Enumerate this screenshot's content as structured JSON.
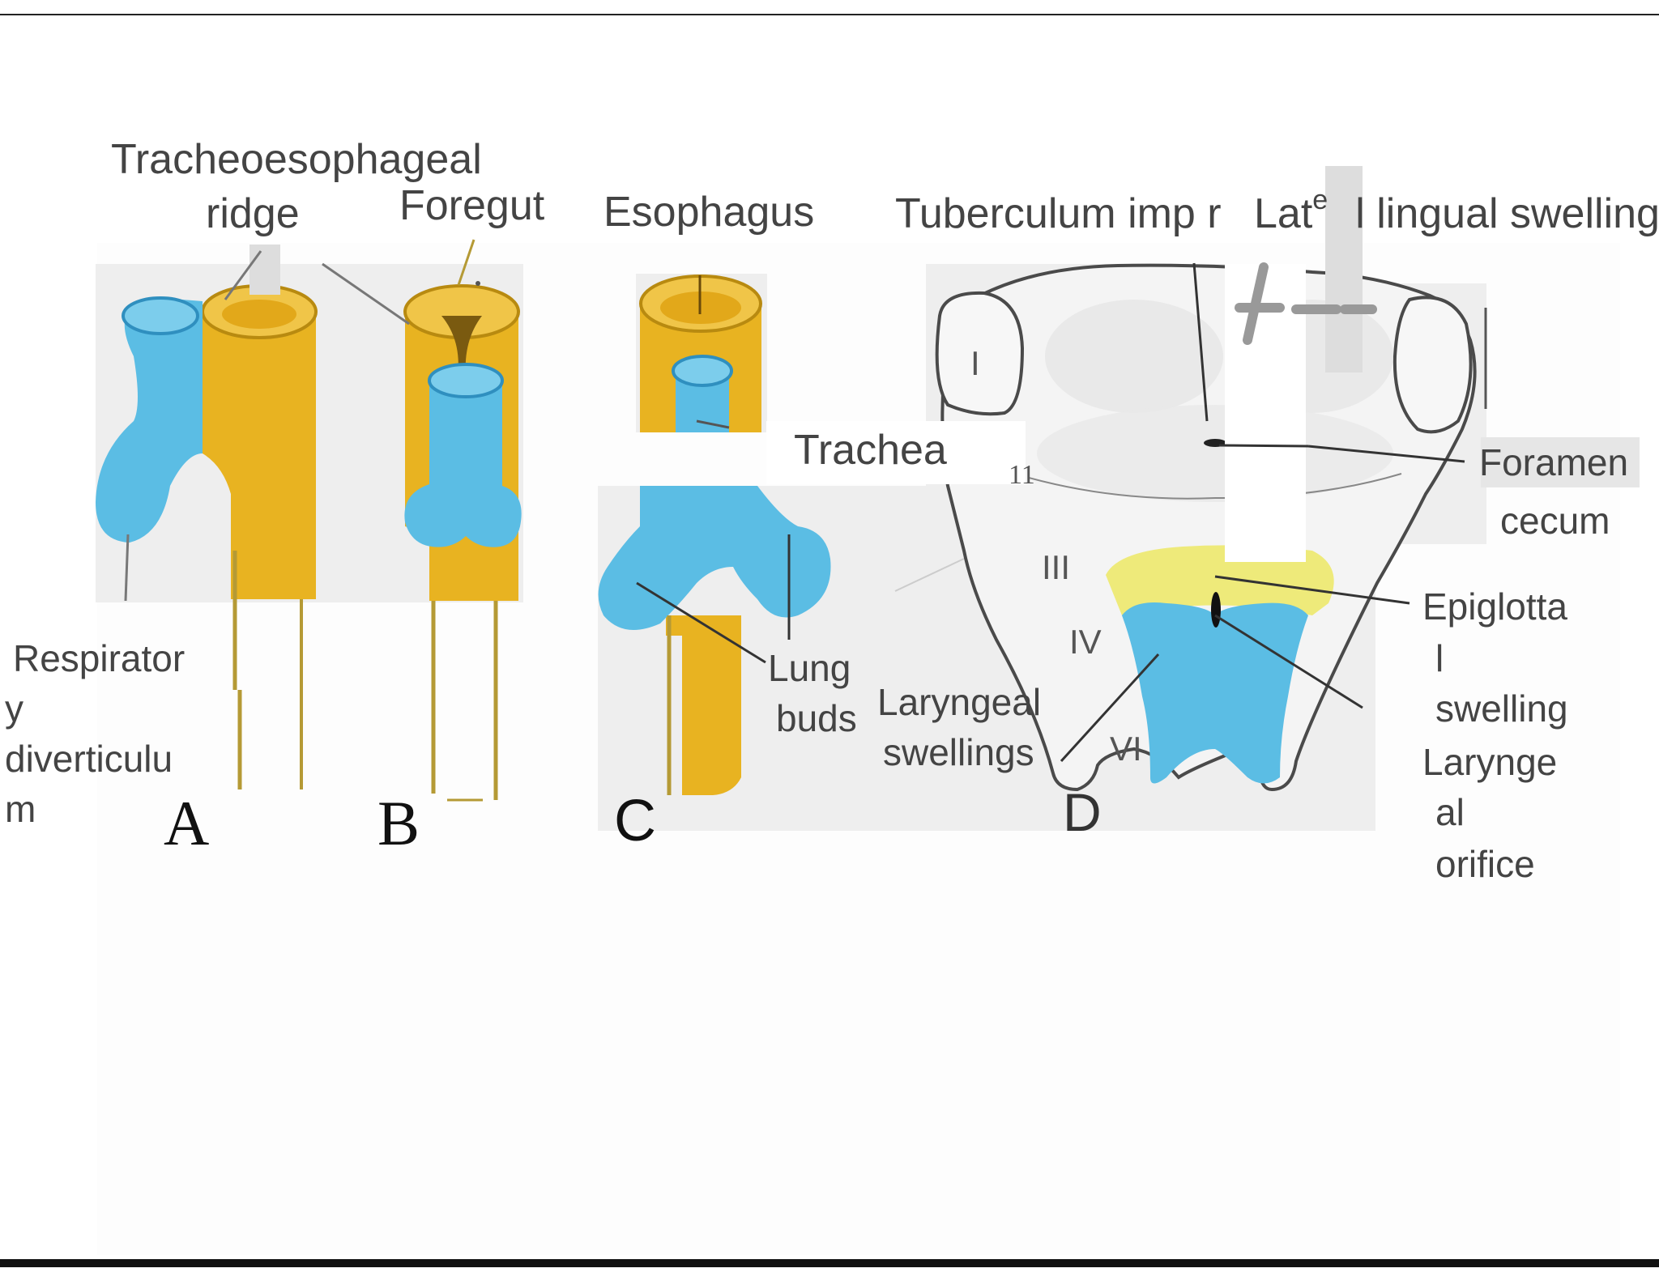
{
  "labels": {
    "tracheoesophageal_ridge_1": "Tracheoesophageal",
    "tracheoesophageal_ridge_2": "ridge",
    "foregut": "Foregut",
    "esophagus": "Esophagus",
    "tuberculum": "Tuberculum imp   r",
    "lateral_lingual_a": "Lat",
    "lateral_lingual_sup": "e",
    "lateral_lingual_b": "l lingual swelling",
    "trachea": "Trachea",
    "page_number": "11",
    "foramen": "Foramen",
    "cecum": "cecum",
    "epiglottal_1": "Epiglotta",
    "epiglottal_2": "l",
    "epiglottal_3": "swelling",
    "laryngeal_orifice_1": "Larynge",
    "laryngeal_orifice_2": "al",
    "laryngeal_orifice_3": "orifice",
    "respiratory_1": "Respirator",
    "respiratory_2": "y",
    "respiratory_3": "diverticulu",
    "respiratory_4": "m",
    "lung_buds_1": "Lung",
    "lung_buds_2": "buds",
    "laryngeal_swellings_1": "Laryngeal",
    "laryngeal_swellings_2": "swellings"
  },
  "panel_letters": {
    "a": "A",
    "b": "B",
    "c": "C",
    "d": "D"
  },
  "arch_numerals": {
    "i": "I",
    "iii": "III",
    "iv": "IV",
    "vi": "VI"
  },
  "colors": {
    "endoderm_blue": "#5bbde4",
    "foregut_yellow": "#e8b321",
    "epiglottal_yellow": "#eeea7a",
    "panel_gray": "#eeeeee",
    "leader_gold": "#b59a35"
  }
}
